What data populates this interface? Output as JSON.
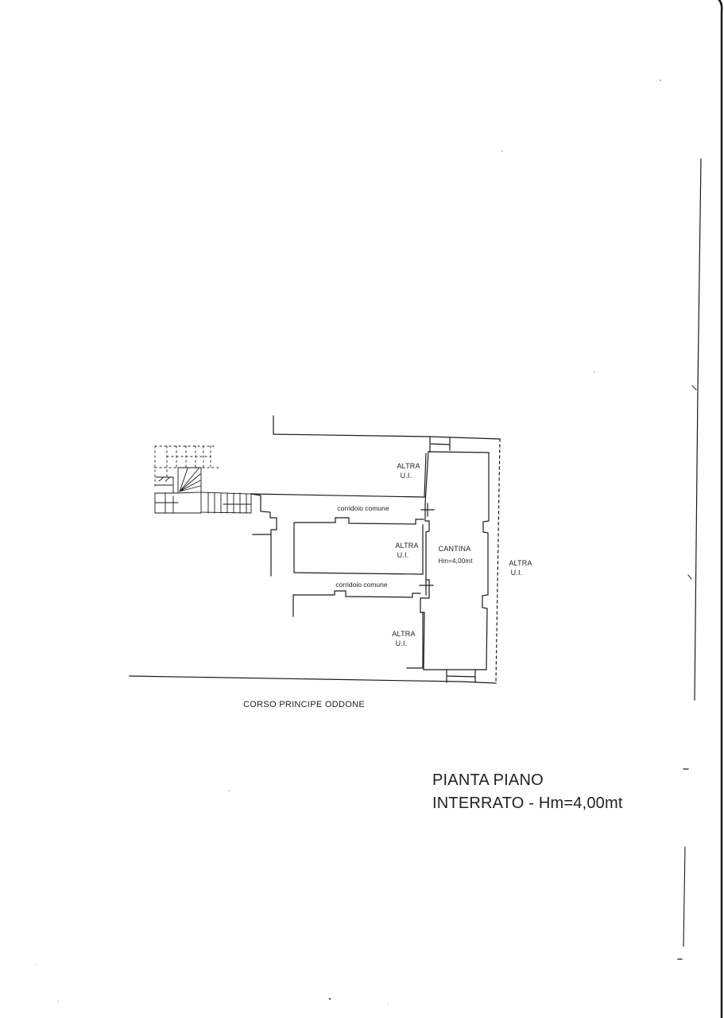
{
  "document": {
    "type": "floor plan",
    "title_line1": "PIANTA PIANO",
    "title_line2": "INTERRATO - Hm=4,00mt",
    "street_label": "CORSO PRINCIPE ODDONE"
  },
  "rooms": [
    {
      "id": "altra-ui-top",
      "line1": "ALTRA",
      "line2": "U.I."
    },
    {
      "id": "corridoio-upper",
      "line1": "corridoio comune"
    },
    {
      "id": "altra-ui-middle",
      "line1": "ALTRA",
      "line2": "U.I."
    },
    {
      "id": "cantina",
      "line1": "CANTINA",
      "line2": "Hm=4,00mt"
    },
    {
      "id": "altra-ui-right",
      "line1": "ALTRA",
      "line2": "U.I."
    },
    {
      "id": "corridoio-lower",
      "line1": "corridoio comune"
    },
    {
      "id": "altra-ui-bottom",
      "line1": "ALTRA",
      "line2": "U.I."
    }
  ],
  "colors": {
    "line": "#1a1a1a",
    "background": "#ffffff"
  }
}
